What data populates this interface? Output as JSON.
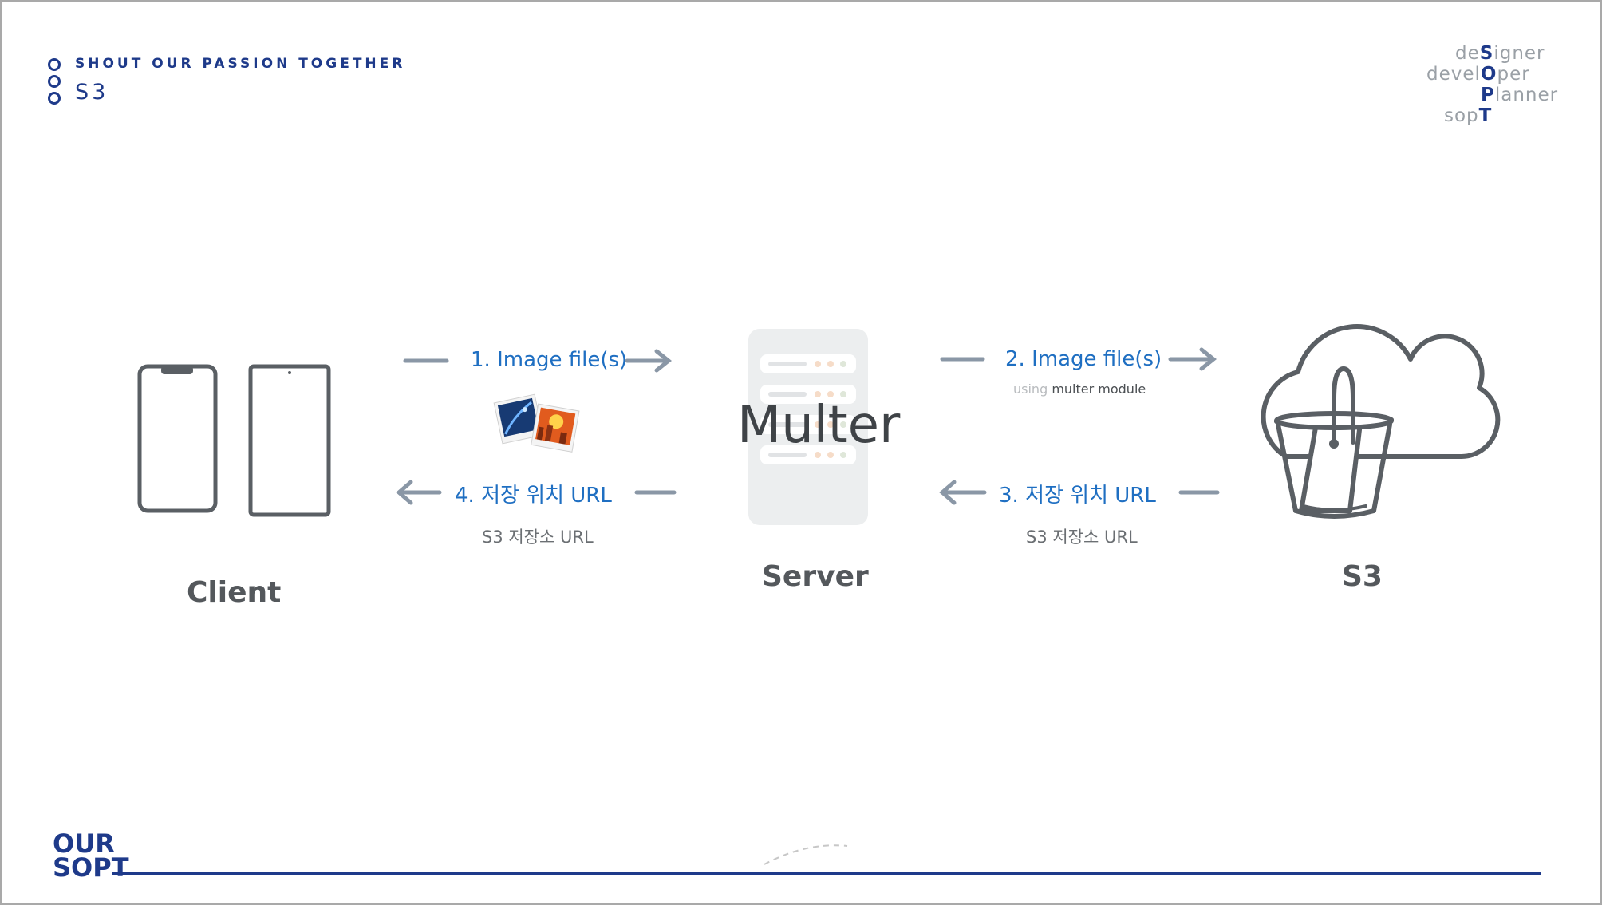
{
  "header": {
    "slogan": "SHOUT OUR PASSION TOGETHER",
    "section_title": "S3"
  },
  "brand_tag": {
    "lines": [
      {
        "pre": "de",
        "key": "S",
        "post": "igner"
      },
      {
        "pre": "devel",
        "key": "O",
        "post": "per"
      },
      {
        "pre": "",
        "key": "P",
        "post": "lanner"
      },
      {
        "pre": "sop",
        "key": "T",
        "post": ""
      }
    ]
  },
  "diagram": {
    "client_label": "Client",
    "server_label": "Server",
    "multer_label": "Multer",
    "s3_label": "S3",
    "step1": "1.  Image file(s)",
    "step2": "2.  Image file(s)",
    "step2_note_faint": "using",
    "step2_note": "multer module",
    "step3": "3.  저장 위치 URL",
    "step3_sub": "S3 저장소 URL",
    "step4": "4.  저장 위치 URL",
    "step4_sub": "S3 저장소 URL"
  },
  "footer": {
    "logo_line1": "OUR",
    "logo_line2": "SOPT"
  },
  "colors": {
    "brand_navy": "#1e3a8a",
    "step_blue": "#1f6fc2",
    "icon_gray": "#5a5f64",
    "arrow_gray": "#8a97a6"
  },
  "icons": [
    "smartphone-icon",
    "tablet-icon",
    "image-files-icon",
    "server-rack-icon",
    "cloud-bucket-icon"
  ]
}
